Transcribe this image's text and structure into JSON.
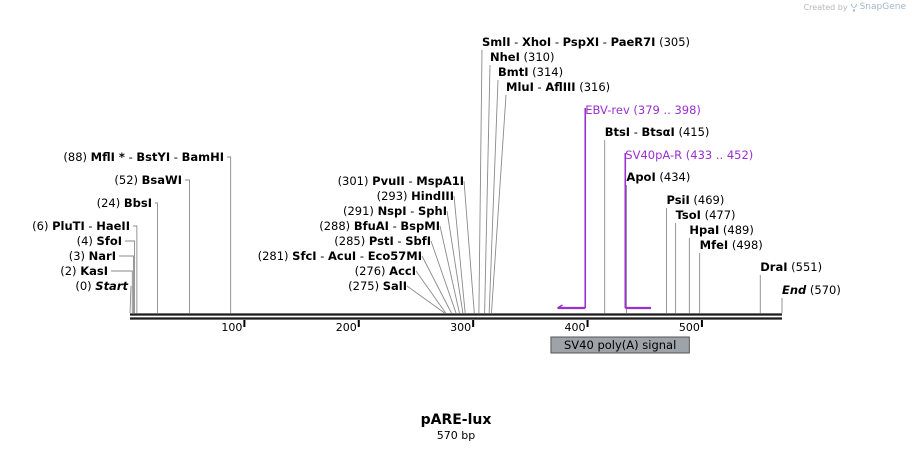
{
  "credit": {
    "prefix": "Created by",
    "brand": "SnapGene"
  },
  "plasmid": {
    "name": "pARE-lux",
    "length": "570 bp"
  },
  "map": {
    "total": 570,
    "ticks": [
      100,
      200,
      300,
      400,
      500
    ],
    "left_sites": [
      {
        "pos": 0,
        "pos_label": "(0)",
        "names": [
          "Start"
        ],
        "italic": true
      },
      {
        "pos": 2,
        "pos_label": "(2)",
        "names": [
          "KasI"
        ]
      },
      {
        "pos": 3,
        "pos_label": "(3)",
        "names": [
          "NarI"
        ]
      },
      {
        "pos": 4,
        "pos_label": "(4)",
        "names": [
          "SfoI"
        ]
      },
      {
        "pos": 6,
        "pos_label": "(6)",
        "names": [
          "PluTI",
          "HaeII"
        ]
      },
      {
        "pos": 24,
        "pos_label": "(24)",
        "names": [
          "BbsI"
        ]
      },
      {
        "pos": 52,
        "pos_label": "(52)",
        "names": [
          "BsaWI"
        ]
      },
      {
        "pos": 88,
        "pos_label": "(88)",
        "names": [
          "MflI *",
          "BstYI",
          "BamHI"
        ]
      }
    ],
    "mid_sites": [
      {
        "pos": 275,
        "pos_label": "(275)",
        "names": [
          "SalI"
        ]
      },
      {
        "pos": 276,
        "pos_label": "(276)",
        "names": [
          "AccI"
        ]
      },
      {
        "pos": 281,
        "pos_label": "(281)",
        "names": [
          "SfcI",
          "AcuI",
          "Eco57MI"
        ]
      },
      {
        "pos": 285,
        "pos_label": "(285)",
        "names": [
          "PstI",
          "SbfI"
        ]
      },
      {
        "pos": 288,
        "pos_label": "(288)",
        "names": [
          "BfuAI",
          "BspMI"
        ]
      },
      {
        "pos": 291,
        "pos_label": "(291)",
        "names": [
          "NspI",
          "SphI"
        ]
      },
      {
        "pos": 293,
        "pos_label": "(293)",
        "names": [
          "HindIII"
        ]
      },
      {
        "pos": 301,
        "pos_label": "(301)",
        "names": [
          "PvuII",
          "MspA1I"
        ]
      }
    ],
    "top_sites": [
      {
        "pos": 305,
        "pos_label": "(305)",
        "names": [
          "SmlI",
          "XhoI",
          "PspXI",
          "PaeR7I"
        ]
      },
      {
        "pos": 310,
        "pos_label": "(310)",
        "names": [
          "NheI"
        ]
      },
      {
        "pos": 314,
        "pos_label": "(314)",
        "names": [
          "BmtI"
        ]
      },
      {
        "pos": 316,
        "pos_label": "(316)",
        "names": [
          "MluI",
          "AflIII"
        ]
      }
    ],
    "right_sites": [
      {
        "pos": 415,
        "pos_label": "(415)",
        "names": [
          "BtsI",
          "BtsαI"
        ]
      },
      {
        "pos": 434,
        "pos_label": "(434)",
        "names": [
          "ApoI"
        ]
      },
      {
        "pos": 469,
        "pos_label": "(469)",
        "names": [
          "PsiI"
        ]
      },
      {
        "pos": 477,
        "pos_label": "(477)",
        "names": [
          "TsoI"
        ]
      },
      {
        "pos": 489,
        "pos_label": "(489)",
        "names": [
          "HpaI"
        ]
      },
      {
        "pos": 498,
        "pos_label": "(498)",
        "names": [
          "MfeI"
        ]
      },
      {
        "pos": 551,
        "pos_label": "(551)",
        "names": [
          "DraI"
        ]
      },
      {
        "pos": 570,
        "pos_label": "(570)",
        "names": [
          "End"
        ],
        "italic": true
      }
    ],
    "primers": [
      {
        "name": "EBV-rev",
        "range_label": "(379 .. 398)",
        "start": 379,
        "end": 398,
        "direction": "reverse"
      },
      {
        "name": "SV40pA-R",
        "range_label": "(433 .. 452)",
        "start": 433,
        "end": 452,
        "direction": "forward"
      }
    ],
    "features": [
      {
        "name": "SV40 poly(A) signal",
        "start": 368,
        "end": 489
      }
    ],
    "colors": {
      "backbone": "#1a1a1a",
      "primer": "#9b30d0",
      "feature_fill": "#9da3a9",
      "feature_border": "#555555",
      "cut_line": "#8a8a8a"
    }
  }
}
